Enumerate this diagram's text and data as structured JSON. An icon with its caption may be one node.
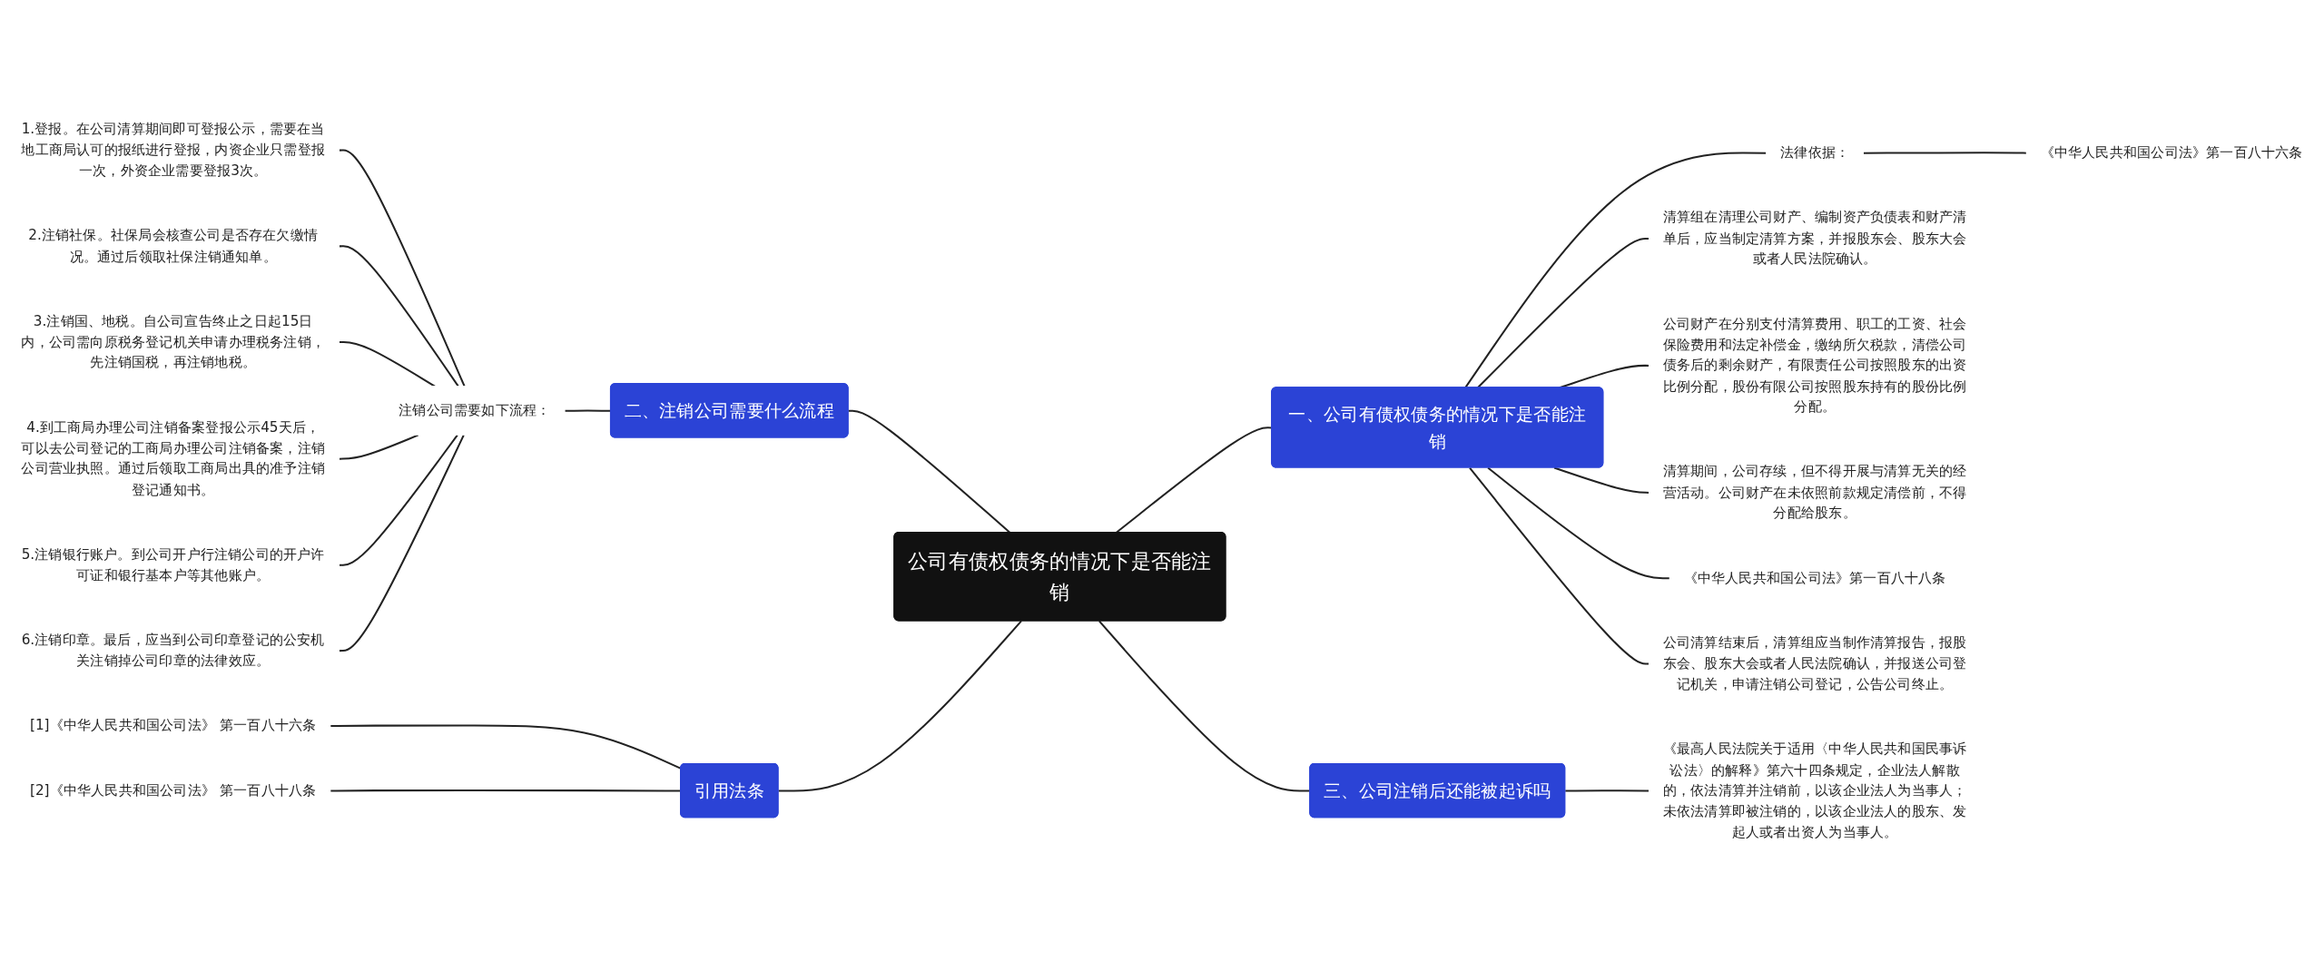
{
  "diagram": {
    "nodes": [
      {
        "text": [
          "公司有债权债务的情况下是否能注销"
        ]
      },
      {
        "text": [
          "二、注销公司需要什么流程"
        ]
      },
      {
        "text": [
          "注销公司需要如下流程："
        ]
      },
      {
        "text": [
          "1.登报。在公司清算期间即可登报公示，需要在当地工商局认可的报纸进行登报，内资企业只需登报一次，外资企业需要登报3次。"
        ]
      },
      {
        "text": [
          "2.注销社保。社保局会核查公司是否存在欠缴情况。通过后领取社保注销通知单。"
        ]
      },
      {
        "text": [
          "3.注销国、地税。自公司宣告终止之日起15日内，公司需向原税务登记机关申请办理税务注销，先注销国税，再注销地税。"
        ]
      },
      {
        "text": [
          "4.到工商局办理公司注销备案登报公示45天后，可以去公司登记的工商局办理公司注销备案，注销公司营业执照。通过后领取工商局出具的准予注销登记通知书。"
        ]
      },
      {
        "text": [
          "5.注销银行账户。到公司开户行注销公司的开户许可证和银行基本户等其他账户。"
        ]
      },
      {
        "text": [
          "6.注销印章。最后，应当到公司印章登记的公安机关注销掉公司印章的法律效应。"
        ]
      },
      {
        "text": [
          "引用法条"
        ]
      },
      {
        "text": [
          "[1]《中华人民共和国公司法》 第一百八十六条"
        ]
      },
      {
        "text": [
          "[2]《中华人民共和国公司法》 第一百八十八条"
        ]
      },
      {
        "text": [
          "一、公司有债权债务的情况下是否能注销"
        ]
      },
      {
        "text": [
          "法律依据："
        ]
      },
      {
        "text": [
          "《中华人民共和国公司法》第一百八十六条"
        ]
      },
      {
        "text": [
          "清算组在清理公司财产、编制资产负债表和财产清单后，应当制定清算方案，并报股东会、股东大会或者人民法院确认。"
        ]
      },
      {
        "text": [
          "公司财产在分别支付清算费用、职工的工资、社会保险费用和法定补偿金，缴纳所欠税款，清偿公司债务后的剩余财产，有限责任公司按照股东的出资比例分配，股份有限公司按照股东持有的股份比例分配。"
        ]
      },
      {
        "text": [
          "清算期间，公司存续，但不得开展与清算无关的经营活动。公司财产在未依照前款规定清偿前，不得分配给股东。"
        ]
      },
      {
        "text": [
          "《中华人民共和国公司法》第一百八十八条"
        ]
      },
      {
        "text": [
          "公司清算结束后，清算组应当制作清算报告，报股东会、股东大会或者人民法院确认，并报送公司登记机关，申请注销公司登记，公告公司终止。"
        ]
      },
      {
        "text": [
          "三、公司注销后还能被起诉吗"
        ]
      },
      {
        "text": [
          "《最高人民法院关于适用〈中华人民共和国民事诉讼法〉的解释》第六十四条规定，企业法人解散的，依法清算并注销前，以该企业法人为当事人；未依法清算即被注销的，以该企业法人的股东、发起人或者出资人为当事人。"
        ]
      }
    ],
    "edges": [
      {
        "from": 0,
        "to": 1,
        "arrow": "none"
      },
      {
        "from": 1,
        "to": 2,
        "arrow": "none"
      },
      {
        "from": 2,
        "to": 3,
        "arrow": "none"
      },
      {
        "from": 2,
        "to": 4,
        "arrow": "none"
      },
      {
        "from": 2,
        "to": 5,
        "arrow": "none"
      },
      {
        "from": 2,
        "to": 6,
        "arrow": "none"
      },
      {
        "from": 2,
        "to": 7,
        "arrow": "none"
      },
      {
        "from": 2,
        "to": 8,
        "arrow": "none"
      },
      {
        "from": 0,
        "to": 9,
        "arrow": "none"
      },
      {
        "from": 9,
        "to": 10,
        "arrow": "none"
      },
      {
        "from": 9,
        "to": 11,
        "arrow": "none"
      },
      {
        "from": 0,
        "to": 12,
        "arrow": "none"
      },
      {
        "from": 12,
        "to": 13,
        "arrow": "none"
      },
      {
        "from": 13,
        "to": 14,
        "arrow": "none"
      },
      {
        "from": 12,
        "to": 15,
        "arrow": "none"
      },
      {
        "from": 12,
        "to": 16,
        "arrow": "none"
      },
      {
        "from": 12,
        "to": 17,
        "arrow": "none"
      },
      {
        "from": 12,
        "to": 18,
        "arrow": "none"
      },
      {
        "from": 12,
        "to": 19,
        "arrow": "none"
      },
      {
        "from": 0,
        "to": 20,
        "arrow": "none"
      },
      {
        "from": 20,
        "to": 21,
        "arrow": "none"
      }
    ]
  }
}
